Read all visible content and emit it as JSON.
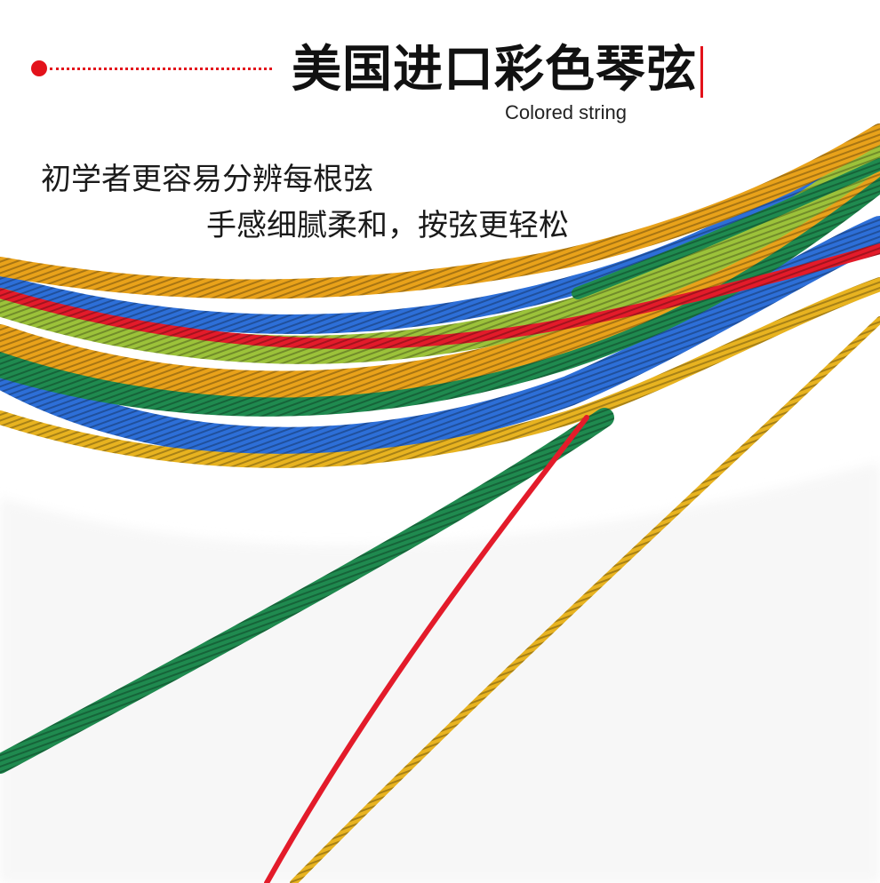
{
  "header": {
    "title": "美国进口彩色琴弦",
    "subtitle": "Colored string"
  },
  "features": [
    "初学者更容易分辨每根弦",
    "手感细腻柔和，按弦更轻松"
  ],
  "colors": {
    "accent_red": "#e3121b",
    "string_orange": "#e9a21a",
    "string_green": "#1f8a4f",
    "string_yellow_green": "#9cc23a",
    "string_red": "#e31b2a",
    "string_blue": "#2d6fd8",
    "string_gold": "#e8b320"
  }
}
